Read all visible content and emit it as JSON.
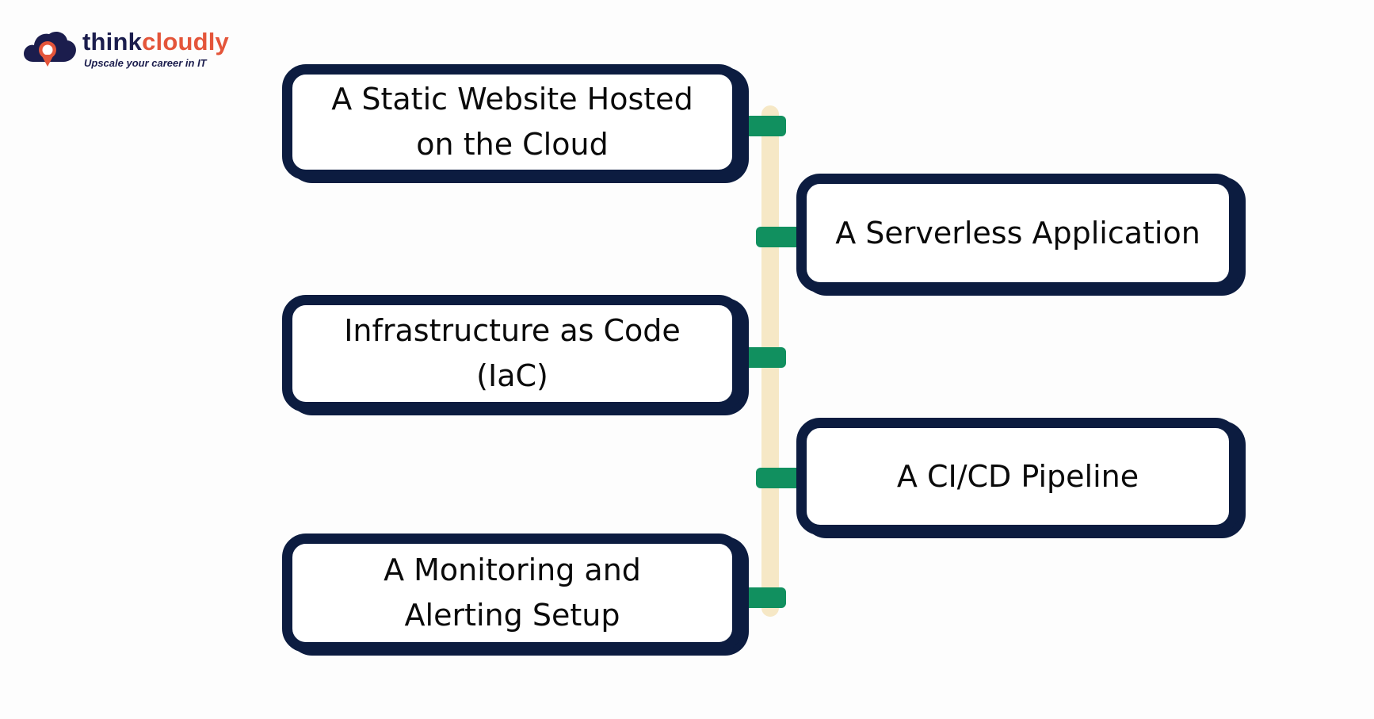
{
  "brand": {
    "name_part_1": "think",
    "name_part_2": "cloudly",
    "tagline": "Upscale your career in IT",
    "colors": {
      "navy": "#1b1d4d",
      "orange": "#e4553a"
    },
    "icon": "cloud-pin-icon"
  },
  "diagram": {
    "colors": {
      "box_border": "#0c1c40",
      "connector": "#11905f",
      "track": "#f6e8c6"
    },
    "steps": [
      {
        "label": "A Static Website Hosted on the Cloud",
        "side": "left"
      },
      {
        "label": "A Serverless Application",
        "side": "right"
      },
      {
        "label": "Infrastructure as Code (IaC)",
        "side": "left"
      },
      {
        "label": "A CI/CD Pipeline",
        "side": "right"
      },
      {
        "label": "A Monitoring and Alerting Setup",
        "side": "left"
      }
    ]
  }
}
